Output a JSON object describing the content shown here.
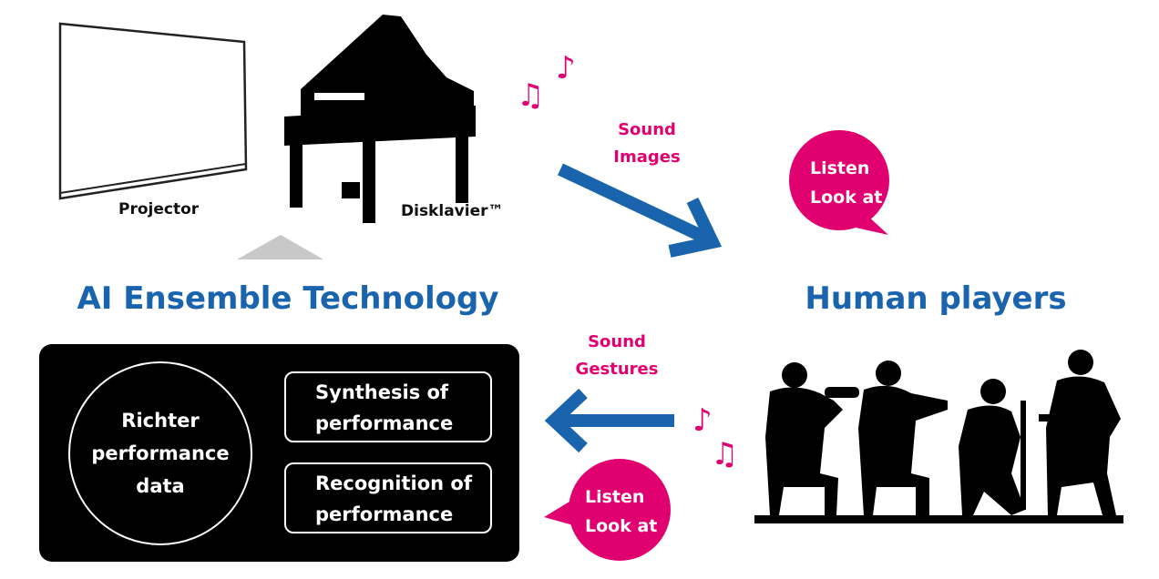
{
  "labels": {
    "projector": "Projector",
    "disklavier": "Disklavier™"
  },
  "titles": {
    "ai": "AI Ensemble Technology",
    "human": "Human players"
  },
  "top_flow": {
    "line1": "Sound",
    "line2": "Images"
  },
  "bottom_flow": {
    "line1": "Sound",
    "line2": "Gestures"
  },
  "bubble_top": {
    "line1": "Listen",
    "line2": "Look at"
  },
  "bubble_bottom": {
    "line1": "Listen",
    "line2": "Look at"
  },
  "panel": {
    "circle": {
      "line1": "Richter",
      "line2": "performance",
      "line3": "data"
    },
    "box1": {
      "line1": "Synthesis of",
      "line2": "performance"
    },
    "box2": {
      "line1": "Recognition of",
      "line2": "performance"
    }
  },
  "colors": {
    "blue": "#1a64ae",
    "pink": "#e0006f"
  },
  "icons": {
    "note_single": "♪",
    "note_double": "♫"
  }
}
